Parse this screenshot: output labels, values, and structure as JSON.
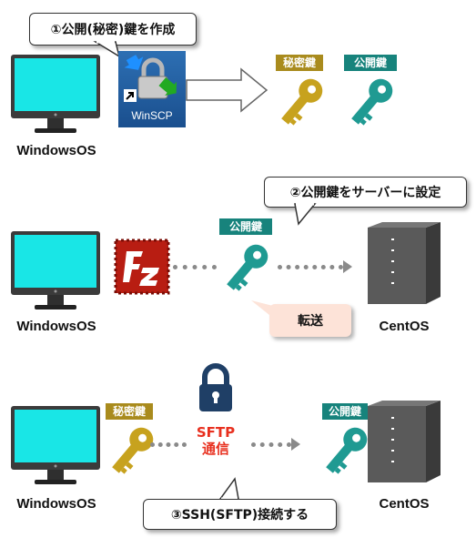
{
  "step1": {
    "label": "①公開(秘密)鍵を作成"
  },
  "step2": {
    "label": "②公開鍵をサーバーに設定"
  },
  "step3": {
    "label": "③SSH(SFTP)接続する"
  },
  "transfer": {
    "label": "転送"
  },
  "sftp": {
    "line1": "SFTP",
    "line2": "通信",
    "color": "#e8301f"
  },
  "winscp": {
    "label": "WinSCP"
  },
  "keys": {
    "private": "秘密鍵",
    "public": "公開鍵"
  },
  "os": {
    "windows": "WindowsOS",
    "centos": "CentOS"
  },
  "colors": {
    "gold": "#a98b1d",
    "teal": "#17837c",
    "screen": "#19e6e6",
    "lock": "#1f3f66"
  }
}
